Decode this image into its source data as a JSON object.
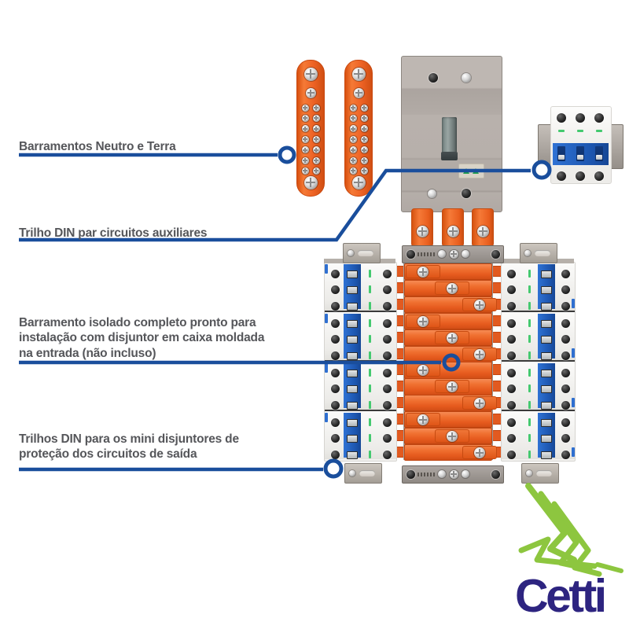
{
  "annotations": {
    "line_color": "#1A4E9C",
    "label_color": "#55565A",
    "items": [
      {
        "text": "Barramentos Neutro e Terra"
      },
      {
        "text": "Trilho DIN par circuitos auxiliares"
      },
      {
        "lines": [
          "Barramento isolado completo pronto para",
          "instalação com disjuntor em caixa moldada",
          "na entrada (não incluso)"
        ]
      },
      {
        "lines": [
          "Trilhos DIN para os mini disjuntores de",
          "proteção dos circuitos de saída"
        ]
      }
    ]
  },
  "logo": {
    "text": "Cetti",
    "text_color": "#2D2480",
    "scribble_color": "#8DC63F"
  },
  "palette": {
    "busbar_orange": "#E8591E",
    "breaker_blue": "#2063C8",
    "device_gray": "#B3ACA7",
    "indicator_green": "#44C96F",
    "metal_gray": "#9B948F"
  }
}
